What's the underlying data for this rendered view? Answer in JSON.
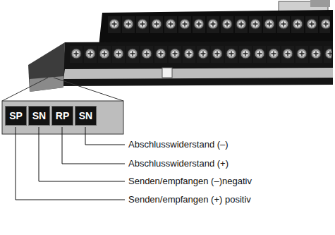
{
  "diagram": {
    "nodes": [
      {
        "text": [
          "SP"
        ]
      },
      {
        "text": [
          "SN"
        ]
      },
      {
        "text": [
          "RP"
        ]
      },
      {
        "text": [
          "SN"
        ]
      }
    ],
    "labels": [
      "Abschlusswiderstand (–)",
      "Abschlusswiderstand (+)",
      "Senden/empfangen (–)negativ",
      "Senden/empfangen (+) positiv"
    ]
  }
}
